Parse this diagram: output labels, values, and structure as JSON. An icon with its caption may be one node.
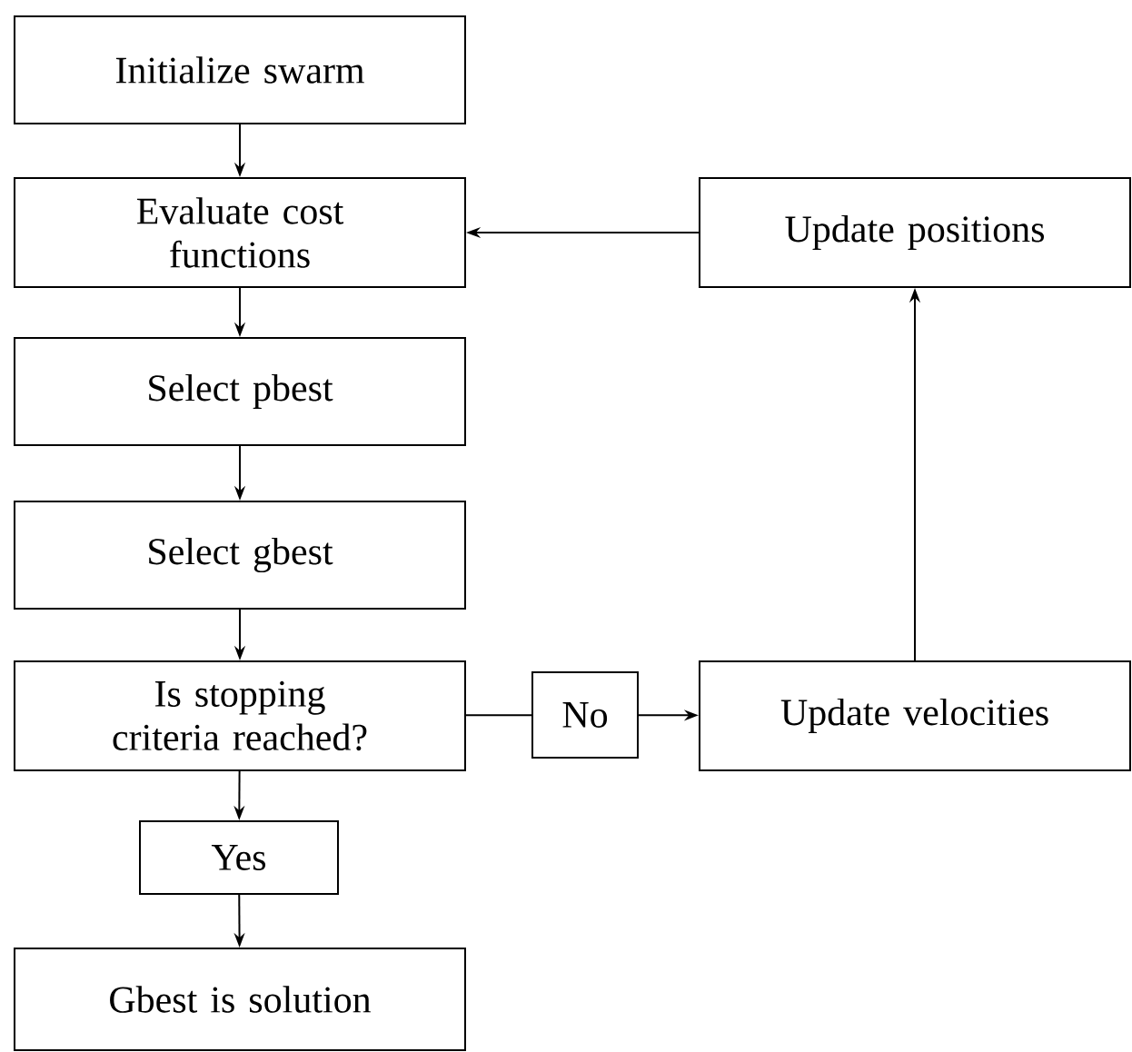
{
  "diagram": {
    "nodes": [
      {
        "text": [
          "Initialize swarm"
        ]
      },
      {
        "text": [
          "Evaluate cost functions"
        ]
      },
      {
        "text": [
          "Update positions"
        ]
      },
      {
        "text": [
          "Select pbest"
        ]
      },
      {
        "text": [
          "Select gbest"
        ]
      },
      {
        "text": [
          "Is stopping criteria reached?"
        ]
      },
      {
        "text": [
          "No"
        ]
      },
      {
        "text": [
          "Update velocities"
        ]
      },
      {
        "text": [
          "Yes"
        ]
      },
      {
        "text": [
          "Gbest is solution"
        ]
      }
    ],
    "edges": [
      {
        "from": 0,
        "to": 1,
        "arrow": "to"
      },
      {
        "from": 1,
        "to": 3,
        "arrow": "to"
      },
      {
        "from": 3,
        "to": 4,
        "arrow": "to"
      },
      {
        "from": 4,
        "to": 5,
        "arrow": "to"
      },
      {
        "from": 5,
        "to": 6,
        "arrow": "none"
      },
      {
        "from": 6,
        "to": 7,
        "arrow": "to"
      },
      {
        "from": 7,
        "to": 2,
        "arrow": "to"
      },
      {
        "from": 2,
        "to": 1,
        "arrow": "to"
      },
      {
        "from": 5,
        "to": 8,
        "arrow": "to"
      },
      {
        "from": 8,
        "to": 9,
        "arrow": "to"
      }
    ]
  }
}
